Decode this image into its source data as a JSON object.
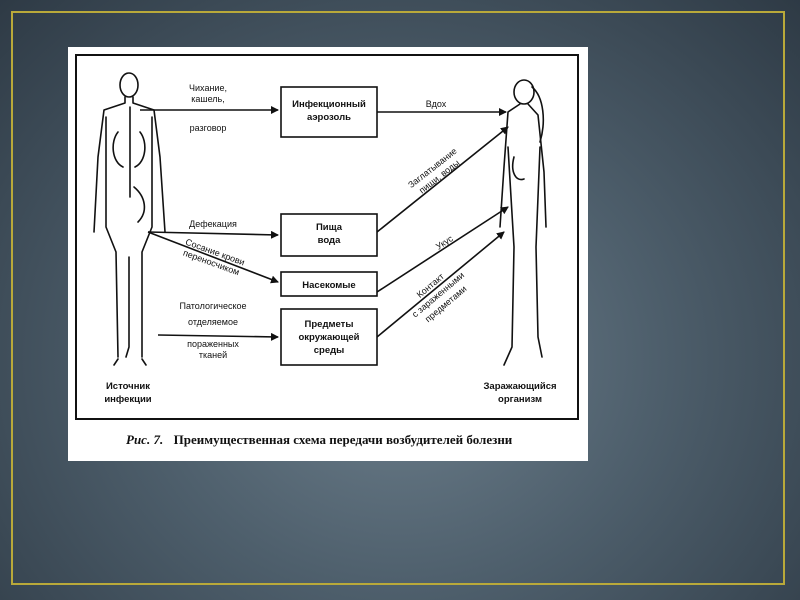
{
  "diagram": {
    "boxes": {
      "aerosol": [
        "Инфекционный",
        "аэрозоль"
      ],
      "food": [
        "Пища",
        "вода"
      ],
      "insects": [
        "Насекомые"
      ],
      "objects": [
        "Предметы",
        "окружающей",
        "среды"
      ]
    },
    "source_labels": {
      "sneeze": [
        "Чихание,",
        "кашель,",
        "разговор"
      ],
      "defecation": [
        "Дефекация"
      ],
      "blood": [
        "Сосание крови",
        "переносчиком"
      ],
      "pathological": [
        "Патологическое",
        "отделяемое"
      ],
      "wounded": [
        "пораженных",
        "тканей"
      ]
    },
    "target_labels": {
      "inhale": [
        "Вдох"
      ],
      "swallow": [
        "Заглатывание",
        "пищи, воды"
      ],
      "bite": [
        "Укус"
      ],
      "contact": [
        "Контакт",
        "с зараженными",
        "предметами"
      ]
    },
    "figures": {
      "source": [
        "Источник",
        "инфекции"
      ],
      "recipient": [
        "Заражающийся",
        "организм"
      ]
    },
    "caption": {
      "number": "Рис. 7.",
      "text": "Преимущественная схема передачи возбудителей болезни"
    }
  }
}
